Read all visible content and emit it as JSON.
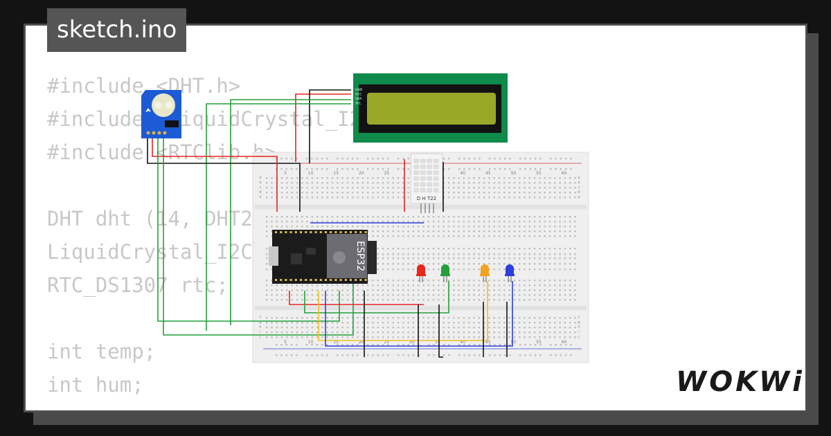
{
  "window": {
    "title": "sketch.ino"
  },
  "editor": {
    "lines": [
      "#include <DHT.h>",
      "#include <LiquidCrystal_I2C.h>",
      "#include <RTClib.h>",
      "",
      "DHT dht (14, DHT22);",
      "LiquidCrystal_I2C lcd (0x27, 16, 2);",
      "RTC_DS1307 rtc;",
      "",
      "int temp;",
      "int hum;"
    ]
  },
  "circuit": {
    "mcu_label": "ESP32",
    "sensor_label": "D H T22",
    "lcd_pins": [
      "GND",
      "VCC",
      "SDA",
      "SCL"
    ],
    "breadboard_numbers": [
      "5",
      "10",
      "15",
      "20",
      "25",
      "30",
      "35",
      "40",
      "45",
      "50",
      "55",
      "60"
    ],
    "breadboard_rows_top": [
      "a",
      "b",
      "c",
      "d",
      "e"
    ],
    "breadboard_rows_bottom": [
      "f",
      "g",
      "h",
      "i",
      "j"
    ],
    "led_colors": [
      "#e8261c",
      "#22a03a",
      "#f0a21e",
      "#2a3fdc"
    ]
  },
  "brand": {
    "logo": "WOKWi"
  }
}
